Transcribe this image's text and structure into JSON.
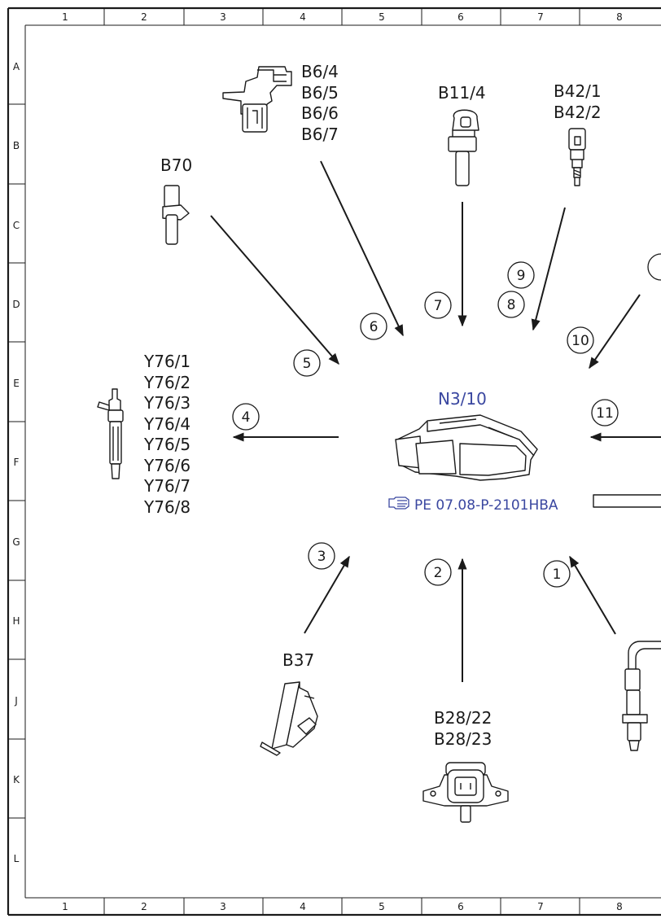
{
  "frame": {
    "columns": [
      "1",
      "2",
      "3",
      "4",
      "5",
      "6",
      "7",
      "8"
    ],
    "rows": [
      "A",
      "B",
      "C",
      "D",
      "E",
      "F",
      "G",
      "H",
      "J",
      "K",
      "L"
    ]
  },
  "center": {
    "label": "N3/10",
    "reference": "PE 07.08-P-2101HBA"
  },
  "components": {
    "b6": [
      "B6/4",
      "B6/5",
      "B6/6",
      "B6/7"
    ],
    "b11": "B11/4",
    "b42": [
      "B42/1",
      "B42/2"
    ],
    "b70": "B70",
    "y76": [
      "Y76/1",
      "Y76/2",
      "Y76/3",
      "Y76/4",
      "Y76/5",
      "Y76/6",
      "Y76/7",
      "Y76/8"
    ],
    "b37": "B37",
    "b28": [
      "B28/22",
      "B28/23"
    ]
  },
  "callouts": [
    "1",
    "2",
    "3",
    "4",
    "5",
    "6",
    "7",
    "8",
    "9",
    "10",
    "11"
  ],
  "colors": {
    "line": "#1a1a1a",
    "accent": "#3a47a0"
  }
}
